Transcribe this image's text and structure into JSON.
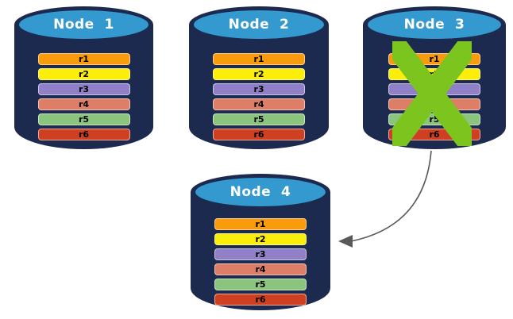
{
  "diagram": {
    "description_visible_text_only": "",
    "colors": {
      "cylinder_body": "#1B2A4E",
      "cylinder_top": "#3399CE",
      "node_label_text": "#FFFFFF",
      "row_text": "#000000",
      "cross": "#7CC41E",
      "arrow": "#595959"
    },
    "icons": {
      "failure_cross": "x-mark",
      "failover_arrow": "curved-arrow-pointing-left"
    },
    "nodes": [
      {
        "label": "Node  1",
        "rows": [
          {
            "label": "r1",
            "color": "#F99B0C"
          },
          {
            "label": "r2",
            "color": "#FBEE0A"
          },
          {
            "label": "r3",
            "color": "#8F80C8"
          },
          {
            "label": "r4",
            "color": "#DE7E66"
          },
          {
            "label": "r5",
            "color": "#8BC47D"
          },
          {
            "label": "r6",
            "color": "#CF4022"
          }
        ]
      },
      {
        "label": "Node  2",
        "rows": [
          {
            "label": "r1",
            "color": "#F99B0C"
          },
          {
            "label": "r2",
            "color": "#FBEE0A"
          },
          {
            "label": "r3",
            "color": "#8F80C8"
          },
          {
            "label": "r4",
            "color": "#DE7E66"
          },
          {
            "label": "r5",
            "color": "#8BC47D"
          },
          {
            "label": "r6",
            "color": "#CF4022"
          }
        ]
      },
      {
        "label": "Node  3",
        "crossed_out": true,
        "rows": [
          {
            "label": "r1",
            "color": "#F99B0C"
          },
          {
            "label": "r2",
            "color": "#FBEE0A"
          },
          {
            "label": "r3",
            "color": "#8F80C8"
          },
          {
            "label": "r4",
            "color": "#DE7E66"
          },
          {
            "label": "r5",
            "color": "#8BC47D"
          },
          {
            "label": "r6",
            "color": "#CF4022"
          }
        ]
      },
      {
        "label": "Node  4",
        "rows": [
          {
            "label": "r1",
            "color": "#F99B0C"
          },
          {
            "label": "r2",
            "color": "#FBEE0A"
          },
          {
            "label": "r3",
            "color": "#8F80C8"
          },
          {
            "label": "r4",
            "color": "#DE7E66"
          },
          {
            "label": "r5",
            "color": "#8BC47D"
          },
          {
            "label": "r6",
            "color": "#CF4022"
          }
        ]
      }
    ]
  }
}
